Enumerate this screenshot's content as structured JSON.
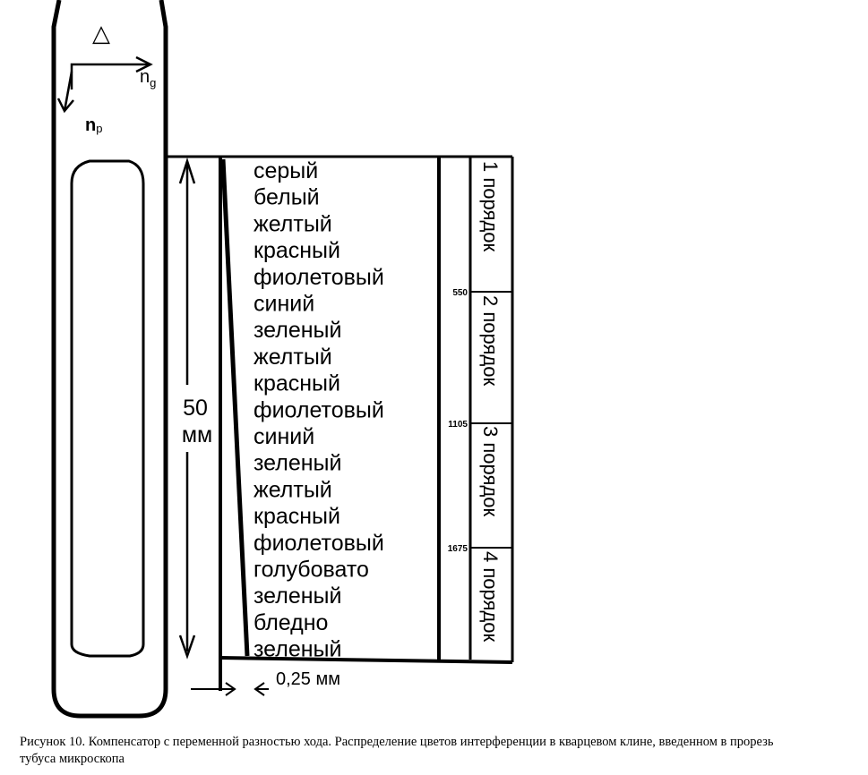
{
  "compensator": {
    "top_marker": "△",
    "axis_ng": {
      "letter": "n",
      "sub": "g"
    },
    "axis_np": {
      "letter": "n",
      "sub": "p"
    }
  },
  "length_label": [
    "50",
    "мм"
  ],
  "thickness_label": "0,25 мм",
  "colors": [
    "серый",
    "белый",
    "желтый",
    "красный",
    "фиолетовый",
    "синий",
    "зеленый",
    "желтый",
    "красный",
    "фиолетовый",
    "синий",
    "зеленый",
    "желтый",
    "красный",
    "фиолетовый",
    "голубовато",
    "зеленый",
    "бледно",
    "зеленый"
  ],
  "marks": [
    "550",
    "1105",
    "1675"
  ],
  "orders": [
    "1 порядок",
    "2 порядок",
    "3 порядок",
    "4 порядок"
  ],
  "caption": [
    "Рисунок 10. Компенсатор с переменной разностью хода. Распределение цветов интерференции в кварцевом клине, введенном в прорезь",
    "тубуса микроскопа"
  ]
}
